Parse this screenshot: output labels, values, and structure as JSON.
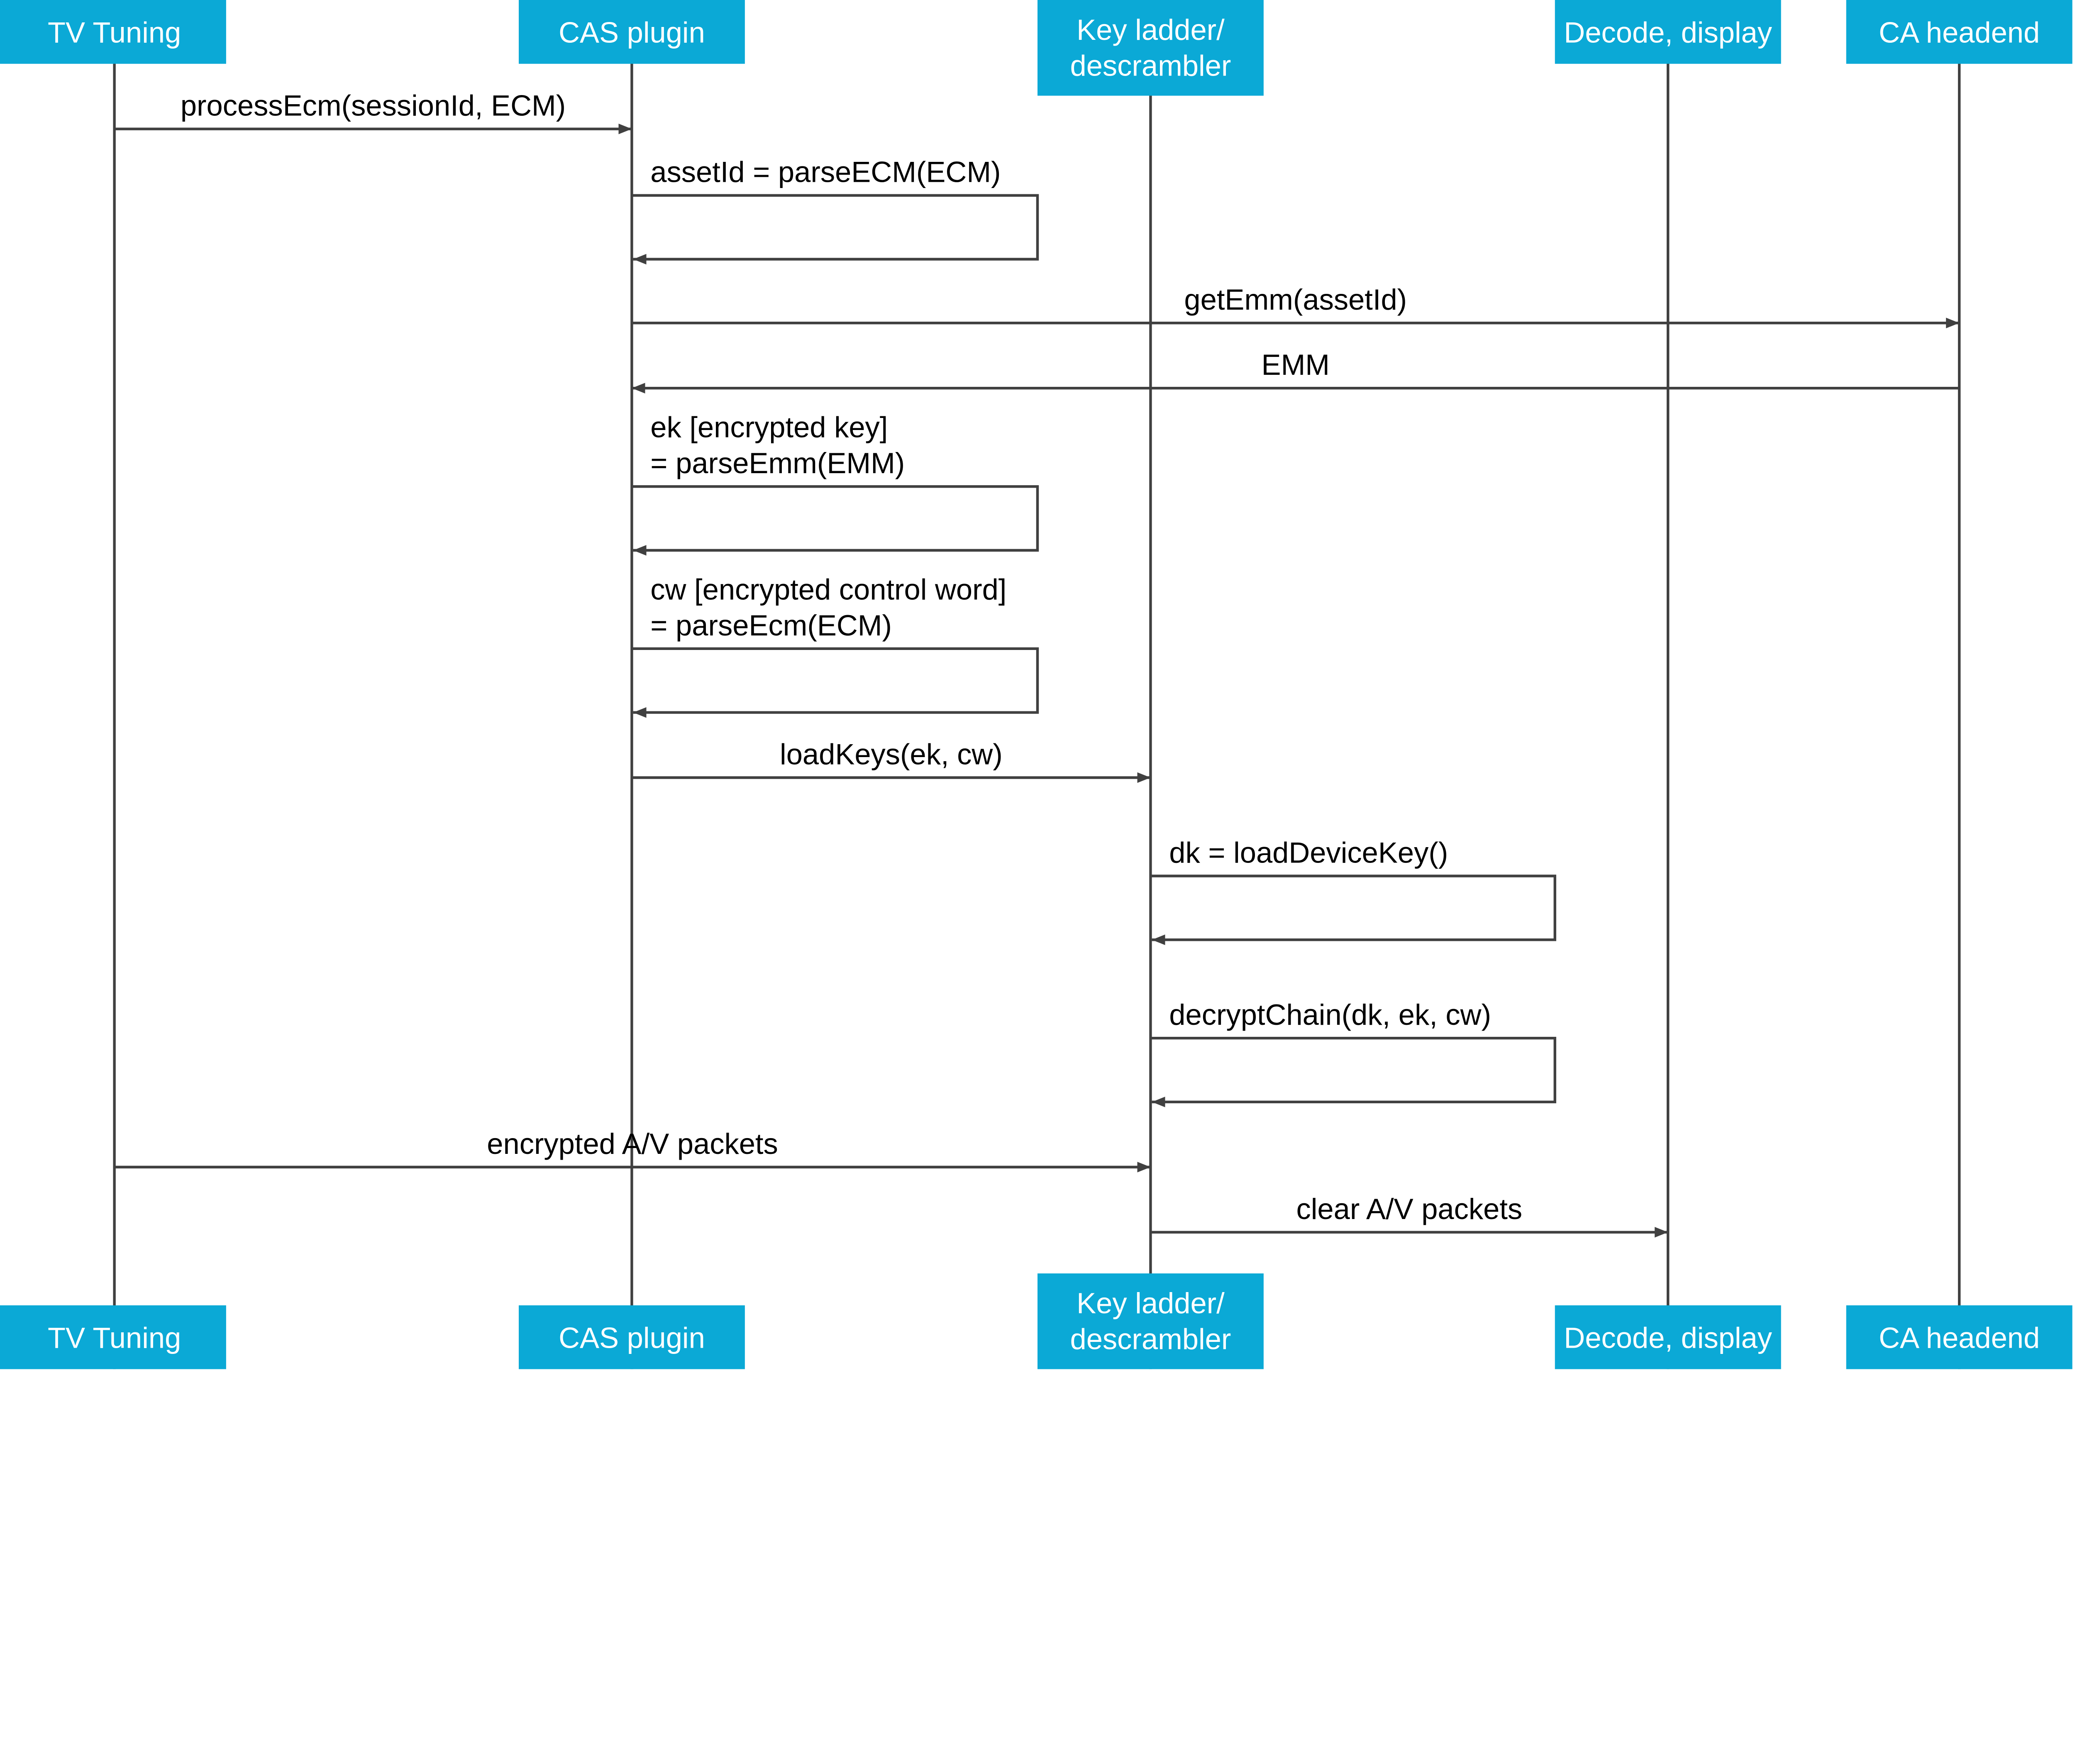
{
  "colors": {
    "participant_box": "#0ba9d6",
    "participant_text": "#ffffff",
    "line": "#404040",
    "label": "#000000"
  },
  "participants": [
    {
      "id": "tv",
      "label": [
        "TV Tuning"
      ]
    },
    {
      "id": "cas",
      "label": [
        "CAS plugin"
      ]
    },
    {
      "id": "key",
      "label": [
        "Key ladder/",
        "descrambler"
      ]
    },
    {
      "id": "decode",
      "label": [
        "Decode, display"
      ]
    },
    {
      "id": "ca",
      "label": [
        "CA headend"
      ]
    }
  ],
  "messages": [
    {
      "from": 0,
      "to": 1,
      "label": [
        "processEcm(sessionId, ECM)"
      ]
    },
    {
      "from": 1,
      "to": 1,
      "label": [
        "assetId = parseECM(ECM)"
      ]
    },
    {
      "from": 1,
      "to": 4,
      "label": [
        "getEmm(assetId)"
      ]
    },
    {
      "from": 4,
      "to": 1,
      "label": [
        "EMM"
      ]
    },
    {
      "from": 1,
      "to": 1,
      "label": [
        "ek [encrypted key]",
        "= parseEmm(EMM)"
      ]
    },
    {
      "from": 1,
      "to": 1,
      "label": [
        "cw [encrypted control word]",
        "= parseEcm(ECM)"
      ]
    },
    {
      "from": 1,
      "to": 2,
      "label": [
        "loadKeys(ek, cw)"
      ]
    },
    {
      "from": 2,
      "to": 2,
      "label": [
        "dk = loadDeviceKey()"
      ]
    },
    {
      "from": 2,
      "to": 2,
      "label": [
        "decryptChain(dk, ek, cw)"
      ]
    },
    {
      "from": 0,
      "to": 2,
      "label": [
        "encrypted A/V packets"
      ]
    },
    {
      "from": 2,
      "to": 3,
      "label": [
        "clear A/V packets"
      ]
    }
  ]
}
